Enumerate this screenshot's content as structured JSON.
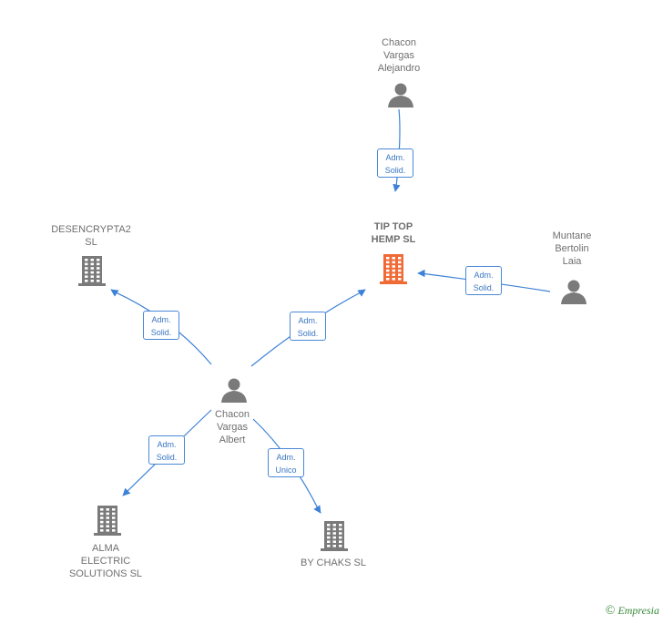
{
  "colors": {
    "edge": "#3d82d6",
    "person": "#7a7a7a",
    "company": "#7a7a7a",
    "focus": "#f06a35"
  },
  "nodes": [
    {
      "id": "alejandro",
      "type": "person",
      "label": "Chacon\nVargas\nAlejandro"
    },
    {
      "id": "tiptop",
      "type": "company",
      "focus": true,
      "label": "TIP TOP\nHEMP  SL"
    },
    {
      "id": "muntane",
      "type": "person",
      "label": "Muntane\nBertolin\nLaia"
    },
    {
      "id": "desencrypta",
      "type": "company",
      "label": "DESENCRYPTA2\nSL"
    },
    {
      "id": "albert",
      "type": "person",
      "label": "Chacon\nVargas\nAlbert"
    },
    {
      "id": "alma",
      "type": "company",
      "label": "ALMA\nELECTRIC\nSOLUTIONS  SL"
    },
    {
      "id": "bychaks",
      "type": "company",
      "label": "BY CHAKS  SL"
    }
  ],
  "edges": [
    {
      "from": "alejandro",
      "to": "tiptop",
      "label": "Adm.\nSolid."
    },
    {
      "from": "muntane",
      "to": "tiptop",
      "label": "Adm.\nSolid."
    },
    {
      "from": "albert",
      "to": "desencrypta",
      "label": "Adm.\nSolid."
    },
    {
      "from": "albert",
      "to": "tiptop",
      "label": "Adm.\nSolid."
    },
    {
      "from": "albert",
      "to": "alma",
      "label": "Adm.\nSolid."
    },
    {
      "from": "albert",
      "to": "bychaks",
      "label": "Adm.\nUnico"
    }
  ],
  "watermark": {
    "symbol": "©",
    "brand": "Empresia"
  }
}
